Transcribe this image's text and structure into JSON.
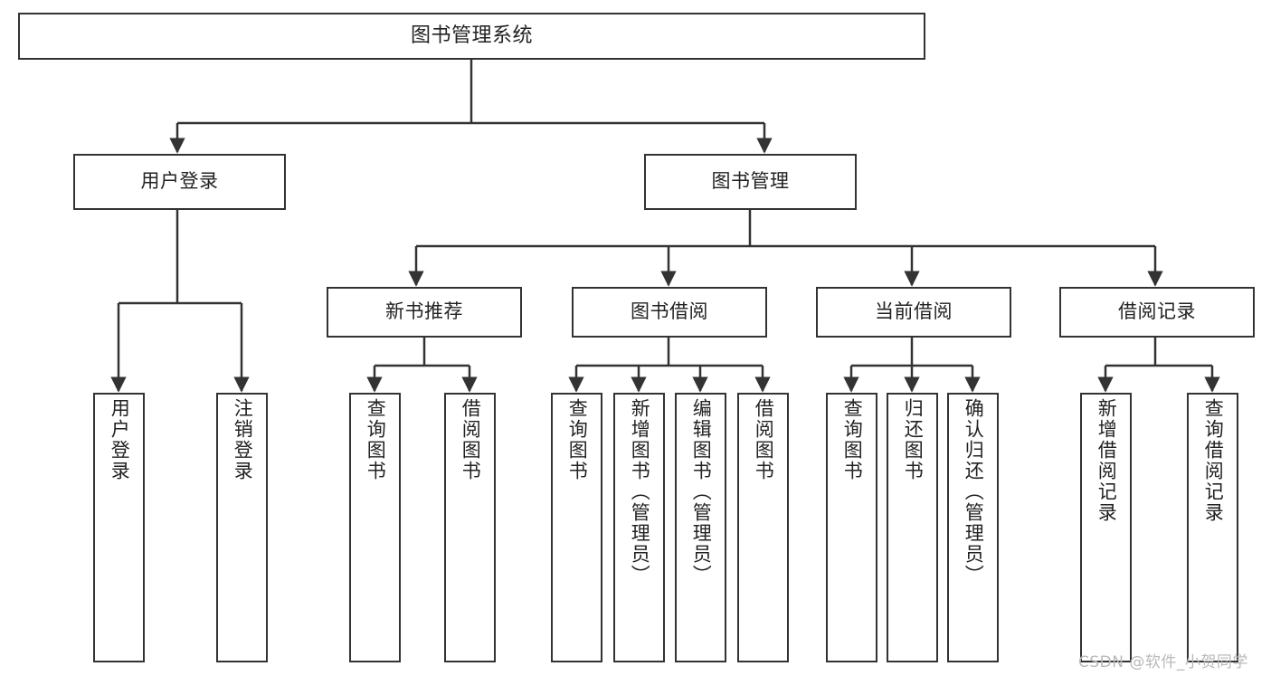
{
  "diagram": {
    "title": "图书管理系统",
    "type": "function-structure-tree",
    "watermark": "CSDN @软件_小贺同学",
    "colors": {
      "box_border": "#333333",
      "box_fill": "#ffffff",
      "edge": "#333333",
      "text": "#222222",
      "watermark": "#b9b9b9",
      "background": "#ffffff"
    },
    "levels": {
      "root": {
        "label": "图书管理系统"
      },
      "level1": [
        {
          "id": "user-login",
          "label": "用户登录"
        },
        {
          "id": "book-manage",
          "label": "图书管理"
        }
      ],
      "level2": [
        {
          "id": "new-book-recommend",
          "label": "新书推荐",
          "parent": "book-manage"
        },
        {
          "id": "book-borrow",
          "label": "图书借阅",
          "parent": "book-manage"
        },
        {
          "id": "current-borrow",
          "label": "当前借阅",
          "parent": "book-manage"
        },
        {
          "id": "borrow-record",
          "label": "借阅记录",
          "parent": "book-manage"
        }
      ],
      "leaves": [
        {
          "id": "leaf-user-login",
          "label": "用户登录",
          "parent": "user-login"
        },
        {
          "id": "leaf-user-logout",
          "label": "注销登录",
          "parent": "user-login"
        },
        {
          "id": "leaf-query-book-1",
          "label": "查询图书",
          "parent": "new-book-recommend"
        },
        {
          "id": "leaf-borrow-book-1",
          "label": "借阅图书",
          "parent": "new-book-recommend"
        },
        {
          "id": "leaf-query-book-2",
          "label": "查询图书",
          "parent": "book-borrow"
        },
        {
          "id": "leaf-add-book",
          "label": "新增图书（管理员）",
          "parent": "book-borrow"
        },
        {
          "id": "leaf-edit-book",
          "label": "编辑图书（管理员）",
          "parent": "book-borrow"
        },
        {
          "id": "leaf-borrow-book-2",
          "label": "借阅图书",
          "parent": "book-borrow"
        },
        {
          "id": "leaf-query-book-3",
          "label": "查询图书",
          "parent": "current-borrow"
        },
        {
          "id": "leaf-return-book",
          "label": "归还图书",
          "parent": "current-borrow"
        },
        {
          "id": "leaf-confirm-return",
          "label": "确认归还（管理员）",
          "parent": "current-borrow"
        },
        {
          "id": "leaf-add-record",
          "label": "新增借阅记录",
          "parent": "borrow-record"
        },
        {
          "id": "leaf-query-record",
          "label": "查询借阅记录",
          "parent": "borrow-record"
        }
      ]
    }
  }
}
